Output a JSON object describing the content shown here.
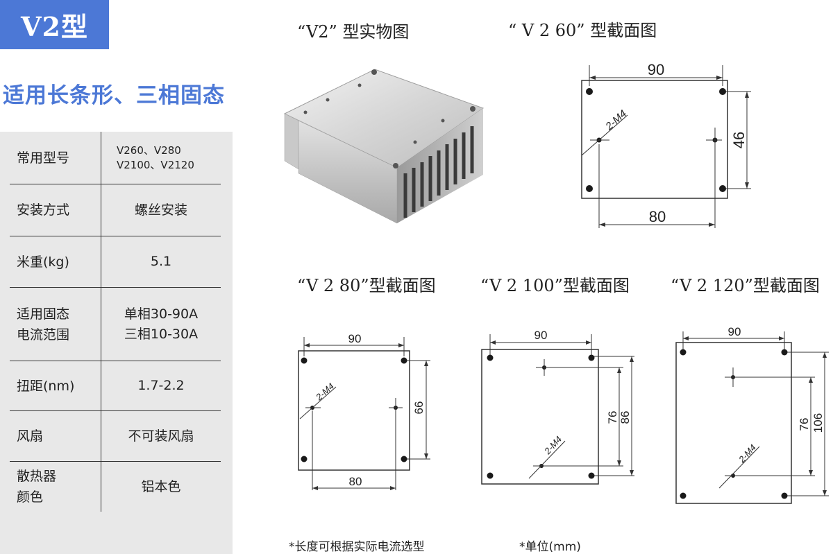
{
  "header": {
    "badge": "V2型",
    "subtitle": "适用长条形、三相固态"
  },
  "specs": [
    {
      "label": "常用型号",
      "value": "V260、V280\nV2100、V2120"
    },
    {
      "label": "安装方式",
      "value": "螺丝安装"
    },
    {
      "label": "米重(kg)",
      "value": "5.1"
    },
    {
      "label": "适用固态\n电流范围",
      "value": "单相30-90A\n三相10-30A"
    },
    {
      "label": "扭距(nm)",
      "value": "1.7-2.2"
    },
    {
      "label": "风扇",
      "value": "不可装风扇"
    },
    {
      "label": "散热器\n颜色",
      "value": "铝本色"
    }
  ],
  "figures": {
    "photo_caption": "“V2” 型实物图",
    "v260": {
      "caption": "“ V 2 60” 型截面图",
      "width": "90",
      "hole_h": "80",
      "height": "46",
      "hole_label": "2-M4"
    },
    "v280": {
      "caption": "“V 2 80”型截面图",
      "width": "90",
      "hole_h": "80",
      "height": "66",
      "hole_label": "2-M4"
    },
    "v2100": {
      "caption": "“V 2 100”型截面图",
      "width": "90",
      "inner_h": "76",
      "height": "86",
      "hole_label": "2-M4"
    },
    "v2120": {
      "caption": "“V 2 120”型截面图",
      "width": "90",
      "inner_h": "76",
      "height": "106",
      "hole_label": "2-M4"
    }
  },
  "notes": {
    "length": "*长度可根据实际电流选型",
    "unit": "*单位(mm)"
  }
}
